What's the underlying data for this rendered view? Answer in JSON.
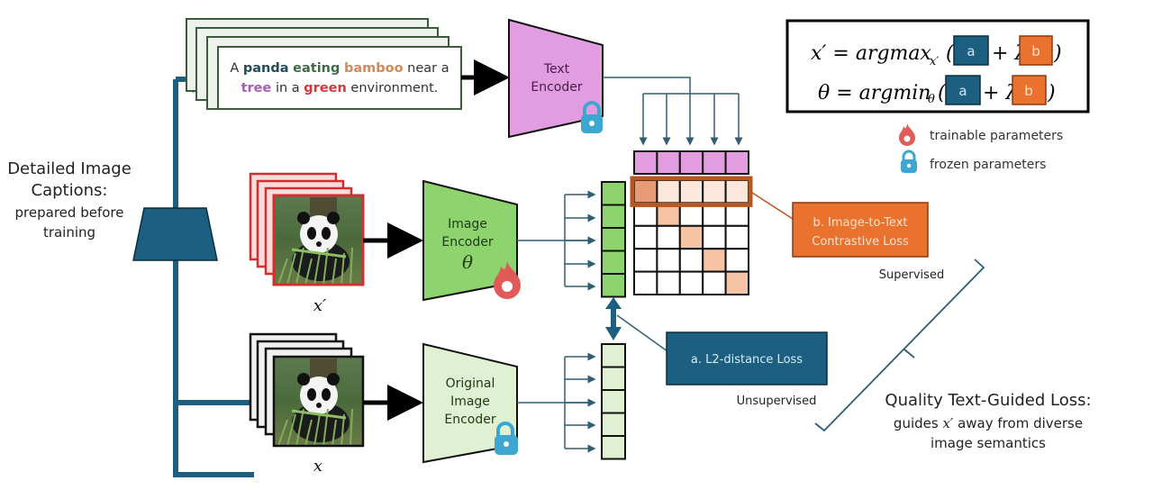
{
  "caption_source": {
    "title_line1": "Detailed Image",
    "title_line2": "Captions:",
    "sub_line1": "prepared before",
    "sub_line2": "training"
  },
  "caption_card": {
    "line1": [
      {
        "text": "A ",
        "color": "#333333",
        "bold": false
      },
      {
        "text": "panda",
        "color": "#1f4e5f",
        "bold": true
      },
      {
        "text": " ",
        "color": "#333333",
        "bold": false
      },
      {
        "text": "eating",
        "color": "#3f6b4a",
        "bold": true
      },
      {
        "text": " ",
        "color": "#333333",
        "bold": false
      },
      {
        "text": "bamboo",
        "color": "#d4895a",
        "bold": true
      },
      {
        "text": " near a",
        "color": "#333333",
        "bold": false
      }
    ],
    "line2": [
      {
        "text": "tree",
        "color": "#a35fb0",
        "bold": true
      },
      {
        "text": " in a ",
        "color": "#333333",
        "bold": false
      },
      {
        "text": "green",
        "color": "#d0393c",
        "bold": true
      },
      {
        "text": " environment.",
        "color": "#333333",
        "bold": false
      }
    ]
  },
  "text_encoder": {
    "line1": "Text",
    "line2": "Encoder",
    "status_icon": "lock-icon"
  },
  "image_encoder": {
    "line1": "Image",
    "line2": "Encoder",
    "param": "θ",
    "status_icon": "flame-icon"
  },
  "original_encoder": {
    "line1": "Original",
    "line2": "Image",
    "line3": "Encoder",
    "status_icon": "lock-icon"
  },
  "adversarial_image": {
    "label": "x′"
  },
  "clean_image": {
    "label": "x"
  },
  "equations": {
    "eq1_lhs": "x′ = argmax",
    "eq1_sub": "x′",
    "eq2_lhs": "θ = argmin",
    "eq2_sub": "θ",
    "open_paren": "(",
    "close_paren": ")",
    "plus_lambda": "+ λ",
    "term_a": "a",
    "term_b": "b"
  },
  "legend": {
    "trainable": "trainable parameters",
    "frozen": "frozen parameters"
  },
  "loss_b": {
    "line1": "b. Image-to-Text",
    "line2": "Contrastive Loss",
    "tag": "Supervised"
  },
  "loss_a": {
    "label": "a. L2-distance Loss",
    "tag": "Unsupervised"
  },
  "quality_loss": {
    "title": "Quality Text-Guided Loss:",
    "line1_pre": "guides ",
    "line1_var": "x′",
    "line1_post": " away from diverse",
    "line2": "image semantics"
  },
  "similarity_matrix": {
    "rows": 5,
    "cols": 5,
    "highlighted_row": 0,
    "diagonal_highlight": true
  },
  "colors": {
    "teal": "#1c5f80",
    "orange": "#e8722e",
    "orange_dark": "#b8561f",
    "pink": "#e19de0",
    "green": "#8dd46e",
    "green_light": "#dff0d3",
    "red_frame": "#d32f2f",
    "lock_blue": "#3ea7d1",
    "flame_red": "#e05a5a",
    "peach": "#f6c3a5"
  }
}
